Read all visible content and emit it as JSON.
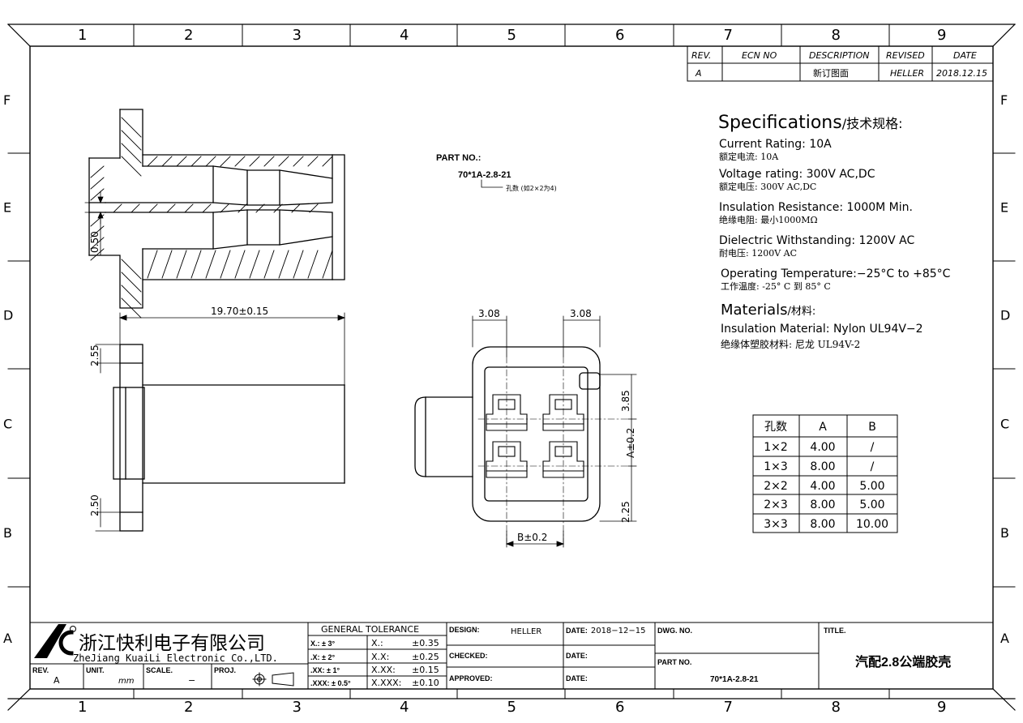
{
  "frame": {
    "columns": [
      "1",
      "2",
      "3",
      "4",
      "5",
      "6",
      "7",
      "8",
      "9"
    ],
    "rows": [
      "F",
      "E",
      "D",
      "C",
      "B",
      "A"
    ]
  },
  "revision_table": {
    "headers": [
      "REV.",
      "ECN NO",
      "DESCRIPTION",
      "REVISED",
      "DATE"
    ],
    "row": [
      "A",
      "",
      "新订图面",
      "HELLER",
      "2018.12.15"
    ]
  },
  "specifications": {
    "heading": "Specifications",
    "heading_cn": "/技术规格:",
    "items": [
      {
        "en": "Current Rating: 10A",
        "cn": "额定电流: 10A"
      },
      {
        "en": "Voltage rating: 300V AC,DC",
        "cn": "额定电压: 300V AC,DC"
      },
      {
        "en": "Insulation Resistance: 1000M   Min.",
        "cn": "绝缘电阻: 最小1000MΩ"
      },
      {
        "en": "Dielectric Withstanding: 1200V AC",
        "cn": "耐电压: 1200V AC"
      },
      {
        "en": "Operating Temperature:−25°C to +85°C",
        "cn": "工作温度: -25° C 到 85° C"
      }
    ],
    "materials_heading": "Materials",
    "materials_heading_cn": "/材料:",
    "materials": [
      {
        "en": "Insulation Material: Nylon UL94V−2",
        "cn": "绝缘体塑胶材料: 尼龙 UL94V-2"
      }
    ]
  },
  "part_callout": {
    "label": "PART NO.:",
    "number": "70*1A-2.8-21",
    "note": "孔数 (如2×2为4)"
  },
  "dimensions": {
    "overall_length": "19.70±0.15",
    "slot": "0.50",
    "flange_top": "2.55",
    "flange_bottom": "2.50",
    "pitch_left": "3.08",
    "pitch_right": "3.08",
    "top_offset": "3.85",
    "a_dim": "A±0.2",
    "bottom_offset": "2.25",
    "b_dim": "B±0.2"
  },
  "size_table": {
    "headers": [
      "孔数",
      "A",
      "B"
    ],
    "rows": [
      [
        "1×2",
        "4.00",
        "/"
      ],
      [
        "1×3",
        "8.00",
        "/"
      ],
      [
        "2×2",
        "4.00",
        "5.00"
      ],
      [
        "2×3",
        "8.00",
        "5.00"
      ],
      [
        "3×3",
        "8.00",
        "10.00"
      ]
    ]
  },
  "title_block": {
    "company_cn": "浙江快利电子有限公司",
    "company_en": "ZheJiang KuaiLi Electronic Co.,LTD.",
    "rev_label": "REV.",
    "rev_value": "A",
    "unit_label": "UNIT.",
    "unit_value": "mm",
    "scale_label": "SCALE.",
    "scale_value": "−",
    "proj_label": "PROJ.",
    "tolerance_heading": "GENERAL TOLERANCE",
    "tolerances": [
      [
        "X.: ± 3°",
        "X.:",
        "±0.35"
      ],
      [
        ".X: ± 2°",
        "X.X:",
        "±0.25"
      ],
      [
        ".XX: ± 1°",
        "X.XX:",
        "±0.15"
      ],
      [
        ".XXX: ± 0.5°",
        "X.XXX:",
        "±0.10"
      ]
    ],
    "design_label": "DESIGN:",
    "design_value": "HELLER",
    "checked_label": "CHECKED:",
    "approved_label": "APPROVED:",
    "date_label": "DATE:",
    "date_value": "2018−12−15",
    "dwg_no_label": "DWG. NO.",
    "part_no_label": "PART NO.",
    "part_no_value": "70*1A-2.8-21",
    "title_label": "TITLE.",
    "title_value": "汽配2.8公端胶壳"
  }
}
